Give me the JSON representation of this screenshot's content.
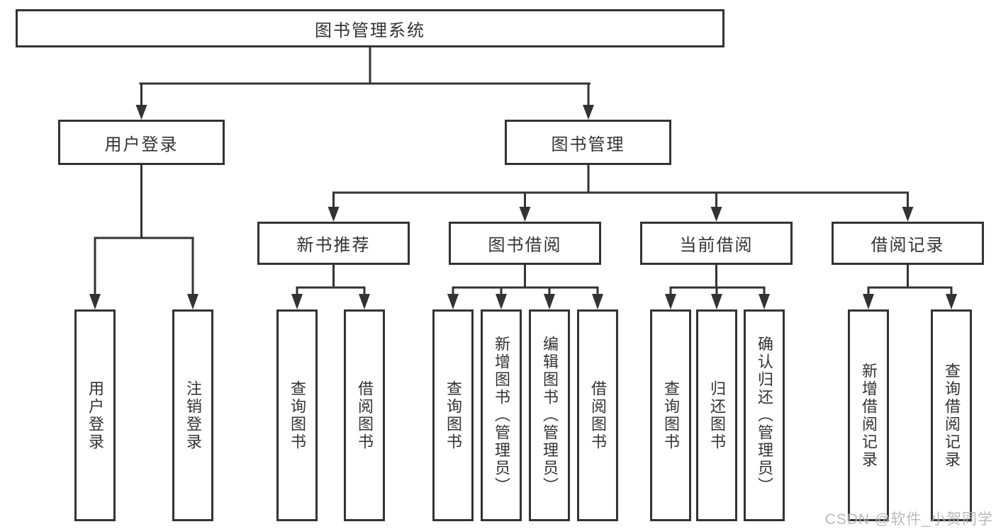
{
  "diagram": {
    "title": "图书管理系统",
    "root": {
      "label": "图书管理系统"
    },
    "level2": {
      "user_login": {
        "label": "用户登录"
      },
      "book_mgmt": {
        "label": "图书管理"
      }
    },
    "level3": {
      "new_books": {
        "label": "新书推荐"
      },
      "borrow": {
        "label": "图书借阅"
      },
      "current": {
        "label": "当前借阅"
      },
      "records": {
        "label": "借阅记录"
      }
    },
    "leaves": {
      "login": [
        "用户登录",
        "注销登录"
      ],
      "new_books": [
        "查询图书",
        "借阅图书"
      ],
      "borrow": [
        "查询图书",
        "新增图书（管理员）",
        "编辑图书（管理员）",
        "借阅图书"
      ],
      "current": [
        "查询图书",
        "归还图书",
        "确认归还（管理员）"
      ],
      "records": [
        "新增借阅记录",
        "查询借阅记录"
      ]
    }
  },
  "watermark": {
    "text": "CSDN @软件_小贺同学"
  },
  "colors": {
    "line": "#333333",
    "box_border": "#333333",
    "text": "#333333",
    "background": "#ffffff",
    "watermark": "#b7b7b7"
  }
}
